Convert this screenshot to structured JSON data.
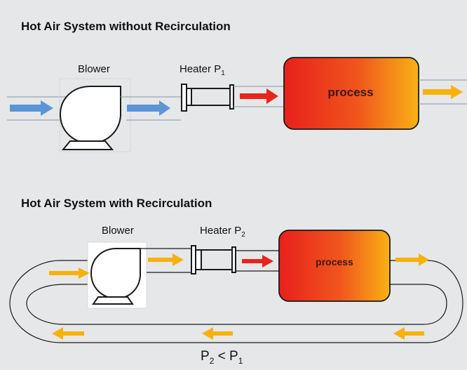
{
  "colors": {
    "background": "#e6e7e8",
    "cold_air": "#5b95d6",
    "hot_air": "#e8241b",
    "exhaust_air": "#f7b10b",
    "process_gradient": [
      "#e8201c",
      "#f58a1c",
      "#f9b215"
    ]
  },
  "section1": {
    "title": "Hot Air System without Recirculation",
    "blower_label": "Blower",
    "heater_label": "Heater P",
    "heater_sub": "1",
    "process_label": "process"
  },
  "section2": {
    "title": "Hot Air System with Recirculation",
    "blower_label": "Blower",
    "heater_label": "Heater P",
    "heater_sub": "2",
    "process_label": "process"
  },
  "formula": {
    "a": "P",
    "a_sub": "2",
    "op": " < ",
    "b": "P",
    "b_sub": "1"
  }
}
